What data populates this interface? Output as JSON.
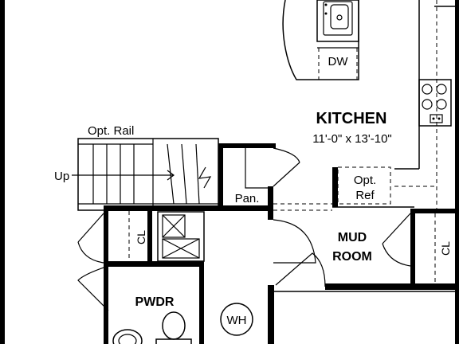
{
  "rooms": {
    "kitchen": {
      "name": "KITCHEN",
      "dimensions": "11'-0\" x 13'-10\""
    },
    "mud_room": {
      "line1": "MUD",
      "line2": "ROOM"
    },
    "powder": {
      "name": "PWDR"
    }
  },
  "fixtures": {
    "dishwasher": "DW",
    "opt_ref_line1": "Opt.",
    "opt_ref_line2": "Ref",
    "pantry": "Pan.",
    "water_heater": "WH",
    "closet_left": "CL",
    "closet_right": "CL"
  },
  "stairs": {
    "rail_label": "Opt. Rail",
    "direction_label": "Up"
  }
}
